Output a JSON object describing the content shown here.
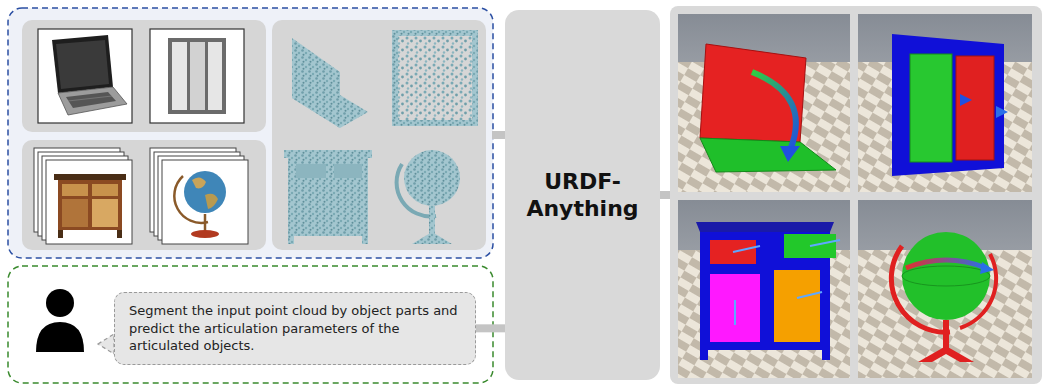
{
  "diagram": {
    "nodes": [
      {
        "text": [
          "Segment the input point cloud by object parts and predict the articulation parameters of the articulated objects."
        ]
      },
      {
        "text": [
          "URDF-Anything"
        ]
      }
    ],
    "edges": [
      {
        "from": 0,
        "to": 1,
        "arrow": "none"
      }
    ]
  }
}
